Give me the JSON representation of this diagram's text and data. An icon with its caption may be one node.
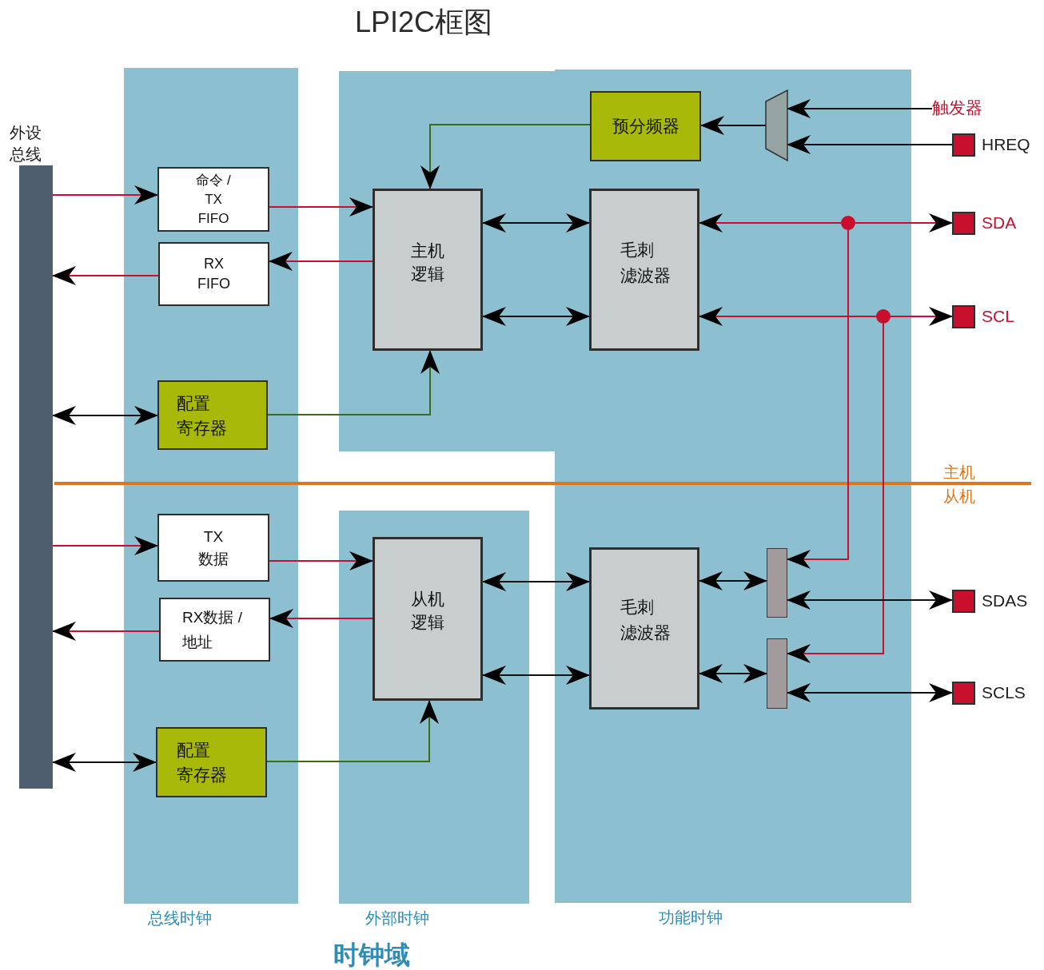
{
  "diagram": {
    "title": "LPI2C框图",
    "caption": "时钟域",
    "nodes": [
      {
        "text": [
          "外设总线"
        ]
      },
      {
        "text": [
          "总线时钟"
        ]
      },
      {
        "text": [
          "外部时钟"
        ]
      },
      {
        "text": [
          "功能时钟"
        ]
      },
      {
        "text": [
          "命令 / TX FIFO"
        ],
        "in": 1
      },
      {
        "text": [
          "RX FIFO"
        ],
        "in": 1
      },
      {
        "text": [
          "配置寄存器"
        ],
        "in": 1
      },
      {
        "text": [
          "预分频器"
        ],
        "in": 3
      },
      {
        "text": [],
        "shape": "trapezoid",
        "in": 3
      },
      {
        "text": [
          "主机逻辑"
        ],
        "in": 2
      },
      {
        "text": [
          "毛刺滤波器"
        ],
        "in": 3
      },
      {
        "text": [
          "触发器"
        ]
      },
      {
        "text": [
          "HREQ"
        ]
      },
      {
        "text": [
          "SDA"
        ]
      },
      {
        "text": [
          "SCL"
        ]
      },
      {
        "text": [],
        "shape": "circle",
        "in": 3
      },
      {
        "text": [],
        "shape": "circle",
        "in": 3
      },
      {
        "text": [
          "TX 数据"
        ],
        "in": 1
      },
      {
        "text": [
          "RX数据 / 地址"
        ],
        "in": 1
      },
      {
        "text": [
          "配置寄存器"
        ],
        "in": 1
      },
      {
        "text": [
          "从机逻辑"
        ],
        "in": 2
      },
      {
        "text": [
          "毛刺滤波器"
        ],
        "in": 3
      },
      {
        "text": [],
        "shape": "bar",
        "in": 3
      },
      {
        "text": [],
        "shape": "bar",
        "in": 3
      },
      {
        "text": [
          "SDAS"
        ]
      },
      {
        "text": [
          "SCLS"
        ]
      }
    ],
    "edges": [
      {
        "from": 0,
        "to": 4,
        "arrow": "to"
      },
      {
        "from": 4,
        "to": 9,
        "arrow": "to"
      },
      {
        "from": 9,
        "to": 5,
        "arrow": "to"
      },
      {
        "from": 5,
        "to": 0,
        "arrow": "to"
      },
      {
        "from": 0,
        "to": 6,
        "arrow": "both",
        "color": "#111111"
      },
      {
        "from": 6,
        "to": 9,
        "arrow": "to",
        "color": "#3d6b1c"
      },
      {
        "from": 7,
        "to": 9,
        "arrow": "to",
        "color": "#3d6b1c"
      },
      {
        "from": 8,
        "to": 7,
        "arrow": "to",
        "color": "#111111"
      },
      {
        "from": 11,
        "to": 8,
        "arrow": "to",
        "color": "#111111"
      },
      {
        "from": 12,
        "to": 8,
        "arrow": "to",
        "color": "#111111"
      },
      {
        "from": 9,
        "to": 10,
        "arrow": "both",
        "color": "#111111"
      },
      {
        "from": 9,
        "to": 10,
        "arrow": "both",
        "color": "#111111"
      },
      {
        "from": 15,
        "to": 10,
        "arrow": "to"
      },
      {
        "from": 15,
        "to": 13,
        "arrow": "to"
      },
      {
        "from": 15,
        "to": 22,
        "arrow": "to"
      },
      {
        "from": 16,
        "to": 10,
        "arrow": "to"
      },
      {
        "from": 16,
        "to": 14,
        "arrow": "to"
      },
      {
        "from": 16,
        "to": 23,
        "arrow": "to"
      },
      {
        "from": 0,
        "to": 17,
        "arrow": "to"
      },
      {
        "from": 17,
        "to": 20,
        "arrow": "to"
      },
      {
        "from": 20,
        "to": 18,
        "arrow": "to"
      },
      {
        "from": 18,
        "to": 0,
        "arrow": "to"
      },
      {
        "from": 0,
        "to": 19,
        "arrow": "both",
        "color": "#111111"
      },
      {
        "from": 19,
        "to": 20,
        "arrow": "to",
        "color": "#3d6b1c"
      },
      {
        "from": 20,
        "to": 21,
        "arrow": "both",
        "color": "#111111"
      },
      {
        "from": 20,
        "to": 21,
        "arrow": "both",
        "color": "#111111"
      },
      {
        "from": 21,
        "to": 22,
        "arrow": "both",
        "color": "#111111"
      },
      {
        "from": 21,
        "to": 23,
        "arrow": "both",
        "color": "#111111"
      },
      {
        "from": 22,
        "to": 24,
        "arrow": "both",
        "color": "#111111"
      },
      {
        "from": 23,
        "to": 25,
        "arrow": "both",
        "color": "#111111"
      }
    ],
    "labels": [
      "主机",
      "从机"
    ]
  }
}
